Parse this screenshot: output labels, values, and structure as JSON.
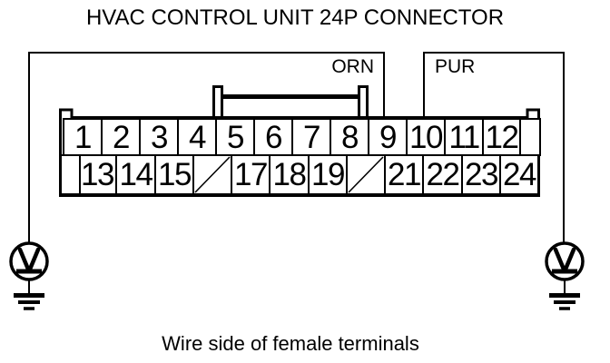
{
  "title": "HVAC CONTROL UNIT 24P CONNECTOR",
  "caption": "Wire side of female terminals",
  "wires": {
    "left": {
      "label": "ORN",
      "pin": "9"
    },
    "right": {
      "label": "PUR",
      "pin": "10"
    }
  },
  "connector": {
    "rows": [
      {
        "cells": [
          "1",
          "2",
          "3",
          "4",
          "5",
          "6",
          "7",
          "8",
          "9",
          "10",
          "11",
          "12"
        ]
      },
      {
        "cells": [
          "13",
          "14",
          "15",
          "/",
          "17",
          "18",
          "19",
          "/",
          "21",
          "22",
          "23",
          "24"
        ]
      }
    ]
  },
  "ground_symbols": [
    "ground-icon",
    "ground-icon"
  ],
  "colors": {
    "line": "#000000",
    "background": "#ffffff"
  }
}
